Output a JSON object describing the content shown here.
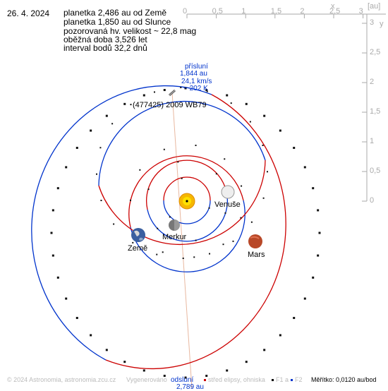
{
  "date": "26. 4. 2024",
  "info": {
    "earth_distance": "planetka 2,486 au od Země",
    "sun_distance": "planetka 1,850 au od Slunce",
    "magnitude": "pozorovaná hv. velikost ~ 22,8 mag",
    "period": "oběžná doba 3,526 let",
    "interval": "interval bodů 32,2 dnů"
  },
  "asteroid_name": "(477425) 2009 WB79",
  "perihelion": {
    "label": "přísluní",
    "distance": "1,844 au",
    "speed": "24,1 km/s",
    "temperature": "~ 202 K"
  },
  "aphelion": {
    "label": "odsluní",
    "distance": "2,789 au"
  },
  "planets": {
    "venus": "Venuše",
    "mercury": "Merkur",
    "earth": "Země",
    "mars": "Mars"
  },
  "scale": {
    "x_axis_label": "x",
    "y_axis_label": "y",
    "unit": "[au]",
    "x_ticks": [
      "0",
      "0,5",
      "1",
      "1,5",
      "2",
      "2,5",
      "3"
    ],
    "y_ticks": [
      "3",
      "2,5",
      "2",
      "1,5",
      "1",
      "0,5",
      "0"
    ]
  },
  "footer": {
    "copyright": "© 2024 Astronomia, astronomia.zcu.cz",
    "generated": "Vygenerováno",
    "legend_center": "střed elipsy, ohniska",
    "legend_f1": "F1 a",
    "legend_f2": "F2",
    "scale_text": "Měřítko: 0,0120 au/bod"
  },
  "colors": {
    "orbit_above": "#cc0000",
    "orbit_below": "#0033cc",
    "label_blue": "#0033cc",
    "scale_gray": "#aaaaaa",
    "perihelion_line": "#e8b8a0"
  }
}
